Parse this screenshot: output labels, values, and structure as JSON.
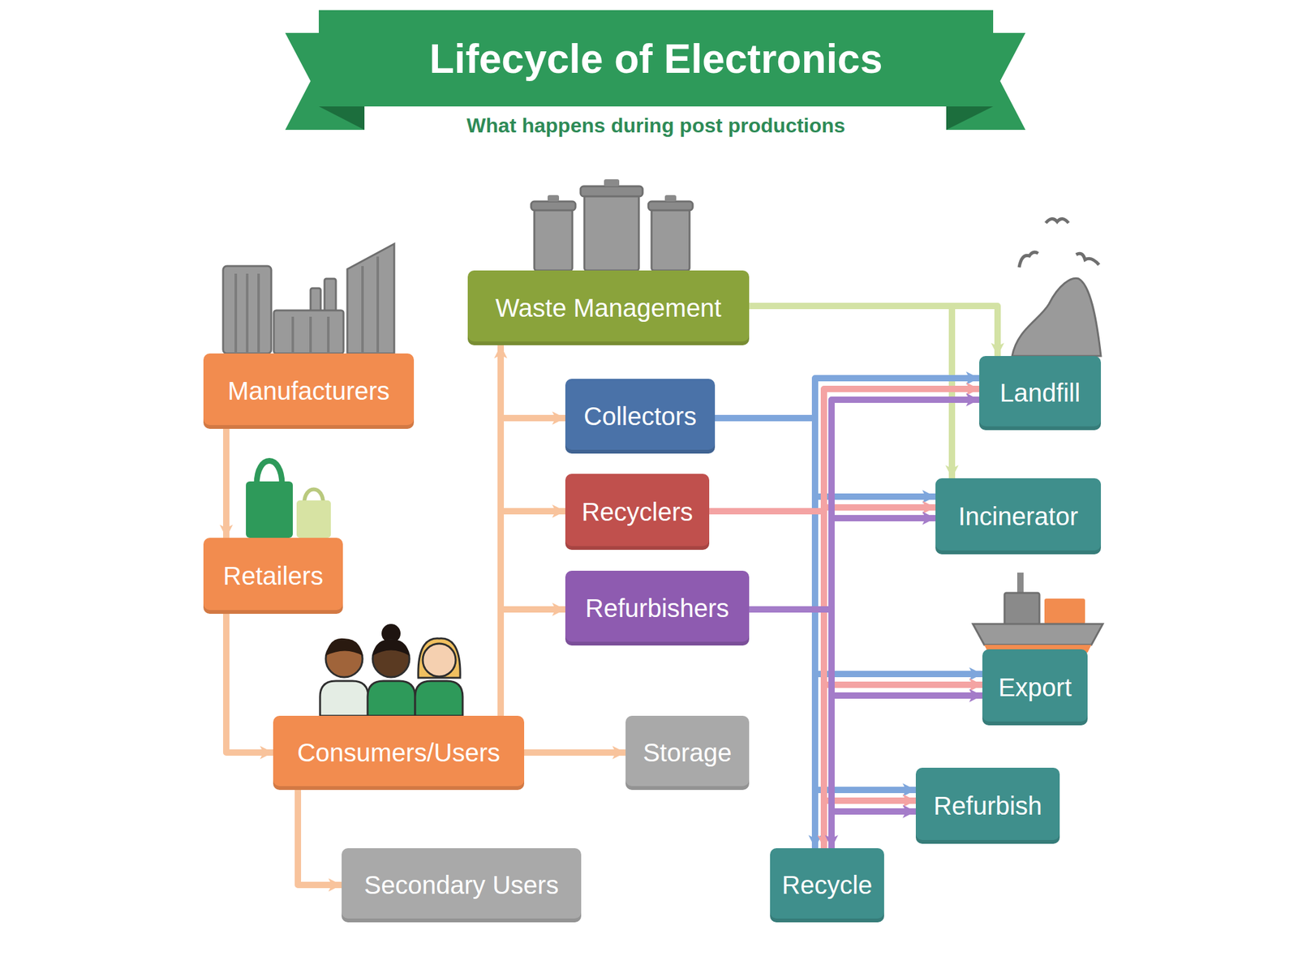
{
  "diagram": {
    "title": "Lifecycle of Electronics",
    "nodes": [
      {
        "text": [
          "Waste Management"
        ]
      },
      {
        "text": [
          "Manufacturers"
        ]
      },
      {
        "text": [
          "Landfill"
        ]
      },
      {
        "text": [
          "Collectors"
        ]
      },
      {
        "text": [
          "Incinerator"
        ]
      },
      {
        "text": [
          "Recyclers"
        ]
      },
      {
        "text": [
          "Retailers"
        ]
      },
      {
        "text": [
          "Refurbishers"
        ]
      },
      {
        "text": [
          "Export"
        ]
      },
      {
        "text": [
          "Consumers/Users"
        ]
      },
      {
        "text": [
          "Storage"
        ]
      },
      {
        "text": [
          "Refurbish"
        ]
      },
      {
        "text": [
          "Secondary Users"
        ]
      },
      {
        "text": [
          "Recycle"
        ]
      }
    ],
    "edges": [
      {
        "from": 1,
        "to": 6,
        "arrow": "to"
      },
      {
        "from": 6,
        "to": 9,
        "arrow": "to"
      },
      {
        "from": 9,
        "to": 0,
        "arrow": "to"
      },
      {
        "from": 9,
        "to": 3,
        "arrow": "to"
      },
      {
        "from": 9,
        "to": 5,
        "arrow": "to"
      },
      {
        "from": 9,
        "to": 7,
        "arrow": "to"
      },
      {
        "from": 9,
        "to": 10,
        "arrow": "to"
      },
      {
        "from": 9,
        "to": 12,
        "arrow": "to"
      },
      {
        "from": 0,
        "to": 2,
        "arrow": "to"
      },
      {
        "from": 0,
        "to": 4,
        "arrow": "to"
      },
      {
        "from": 3,
        "to": 2,
        "arrow": "to"
      },
      {
        "from": 3,
        "to": 4,
        "arrow": "to"
      },
      {
        "from": 3,
        "to": 8,
        "arrow": "to"
      },
      {
        "from": 3,
        "to": 11,
        "arrow": "to"
      },
      {
        "from": 3,
        "to": 13,
        "arrow": "to"
      },
      {
        "from": 5,
        "to": 2,
        "arrow": "to"
      },
      {
        "from": 5,
        "to": 4,
        "arrow": "to"
      },
      {
        "from": 5,
        "to": 8,
        "arrow": "to"
      },
      {
        "from": 5,
        "to": 11,
        "arrow": "to"
      },
      {
        "from": 5,
        "to": 13,
        "arrow": "to"
      },
      {
        "from": 7,
        "to": 2,
        "arrow": "to"
      },
      {
        "from": 7,
        "to": 4,
        "arrow": "to"
      },
      {
        "from": 7,
        "to": 8,
        "arrow": "to"
      },
      {
        "from": 7,
        "to": 11,
        "arrow": "to"
      },
      {
        "from": 7,
        "to": 13,
        "arrow": "to"
      }
    ],
    "labels": [
      "What happens during post productions"
    ]
  }
}
